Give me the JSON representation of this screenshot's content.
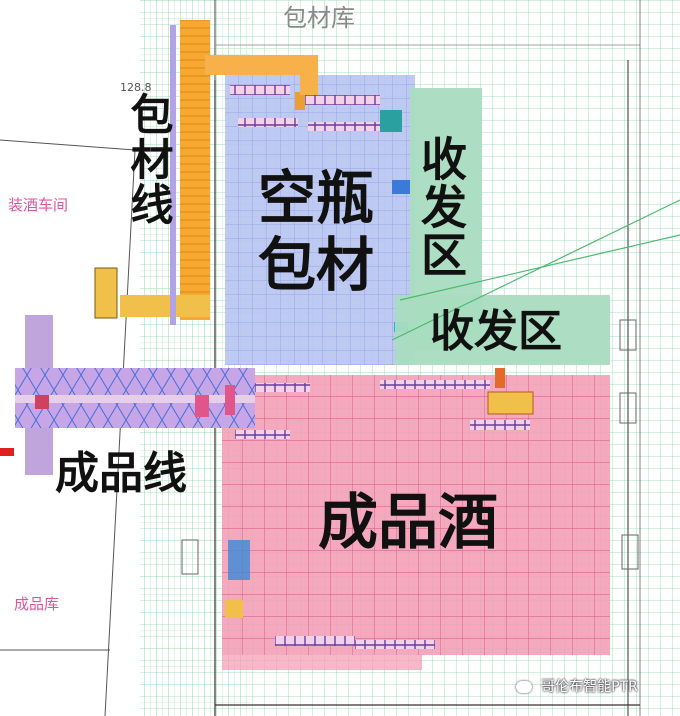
{
  "title_top": "包材库",
  "bottling_workshop": "装酒车间",
  "finished_warehouse": "成品库",
  "packaging_line": "包材线",
  "empty_bottle_pkg": "空瓶包材",
  "receiving_area_vertical": "收发区",
  "receiving_area_horizontal": "收发区",
  "finished_line": "成品线",
  "finished_wine": "成品酒",
  "dimension_label": "128.8",
  "watermark": "哥伦布智能PTR",
  "colors": {
    "packaging_line": "#f7a830",
    "blue_zone": "#b8c4f2",
    "green_zone": "#a9dcc0",
    "pink_zone": "#f39ab4",
    "grid_line": "#8fd9b0",
    "purple_line": "#9a7fd0",
    "label_pink": "#e0569a"
  }
}
